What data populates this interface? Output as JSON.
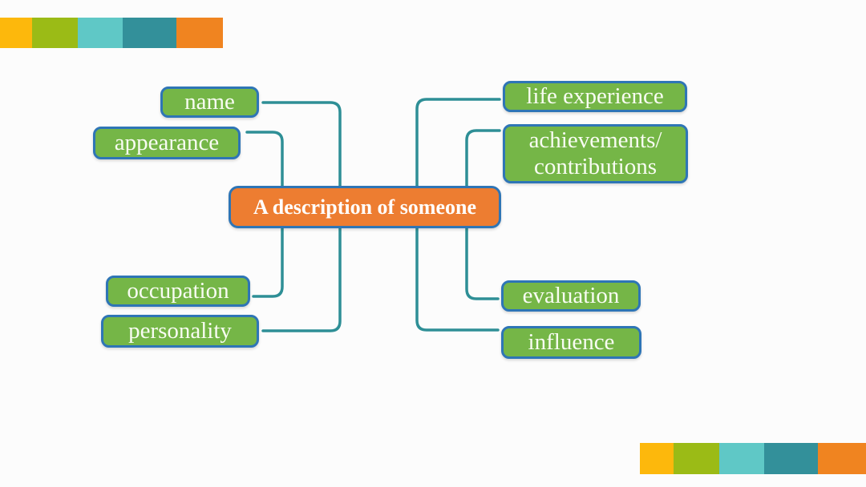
{
  "center": {
    "label": "A description of someone"
  },
  "nodes": {
    "name": {
      "label": "name"
    },
    "appearance": {
      "label": "appearance"
    },
    "occupation": {
      "label": "occupation"
    },
    "personality": {
      "label": "personality"
    },
    "life_experience": {
      "label": "life experience"
    },
    "achievements": {
      "label": "achievements/\ncontributions"
    },
    "evaluation": {
      "label": "evaluation"
    },
    "influence": {
      "label": "influence"
    }
  },
  "connections": [
    {
      "from": "name",
      "to": "personality"
    },
    {
      "from": "appearance",
      "to": "occupation"
    },
    {
      "from": "life experience",
      "to": "influence"
    },
    {
      "from": "achievements/contributions",
      "to": "evaluation"
    }
  ],
  "colors": {
    "background": "#FCFCFC",
    "node_fill": "#75B647",
    "node_border": "#2E75B6",
    "node_text": "#F8FCF2",
    "center_fill": "#ED7D31",
    "center_border": "#2E75B6",
    "center_text": "#FFFFFF",
    "connector": "#2E8F96",
    "bar_1": "#FDB80C",
    "bar_2": "#9BBB16",
    "bar_3": "#5FC8C6",
    "bar_4": "#33909A",
    "bar_5": "#F08420"
  }
}
